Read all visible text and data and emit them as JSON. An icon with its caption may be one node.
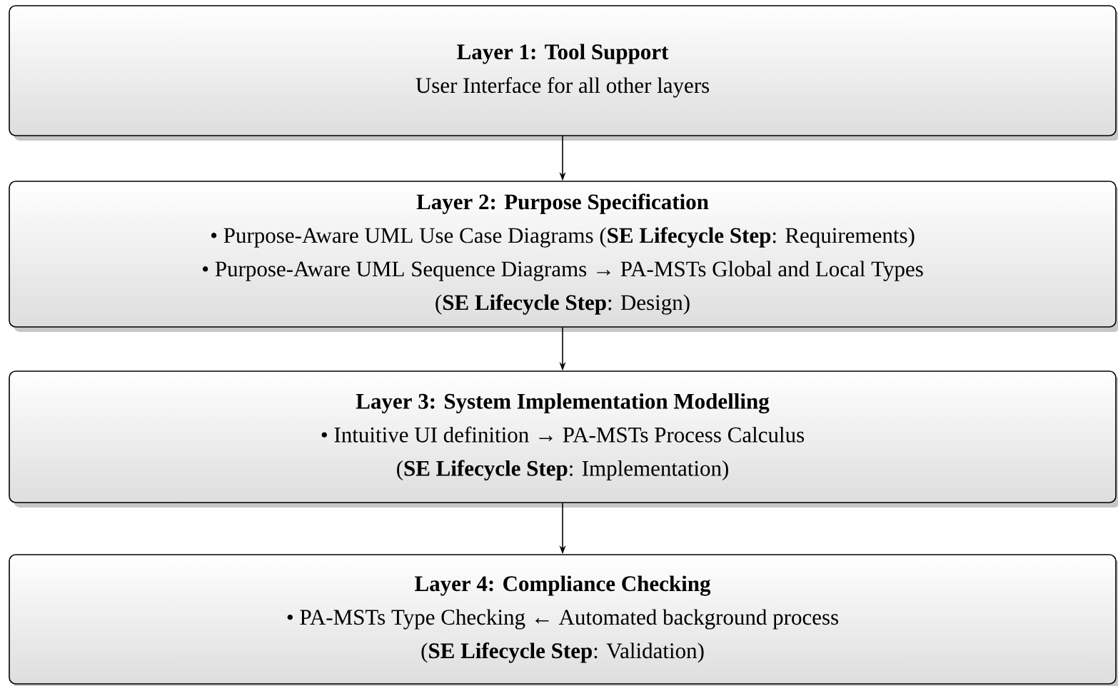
{
  "diagram": {
    "nodes": [
      {
        "text": [
          "Layer 1: Tool Support",
          "User Interface for all other layers"
        ]
      },
      {
        "text": [
          "Layer 2: Purpose Specification",
          "• Purpose-Aware UML Use Case Diagrams (**SE Lifecycle Step**: Requirements)",
          "• Purpose-Aware UML Sequence Diagrams → PA-MSTs Global and Local Types",
          "(**SE Lifecycle Step**: Design)"
        ]
      },
      {
        "text": [
          "Layer 3: System Implementation Modelling",
          "• Intuitive UI definition → PA-MSTs Process Calculus",
          "(**SE Lifecycle Step**: Implementation)"
        ]
      },
      {
        "text": [
          "Layer 4: Compliance Checking",
          "• PA-MSTs Type Checking ← Automated background process",
          "(**SE Lifecycle Step**: Validation)"
        ]
      }
    ],
    "edges": [
      {
        "from": 0,
        "to": 1,
        "arrow": "to"
      },
      {
        "from": 1,
        "to": 2,
        "arrow": "to"
      },
      {
        "from": 2,
        "to": 3,
        "arrow": "to"
      }
    ]
  }
}
